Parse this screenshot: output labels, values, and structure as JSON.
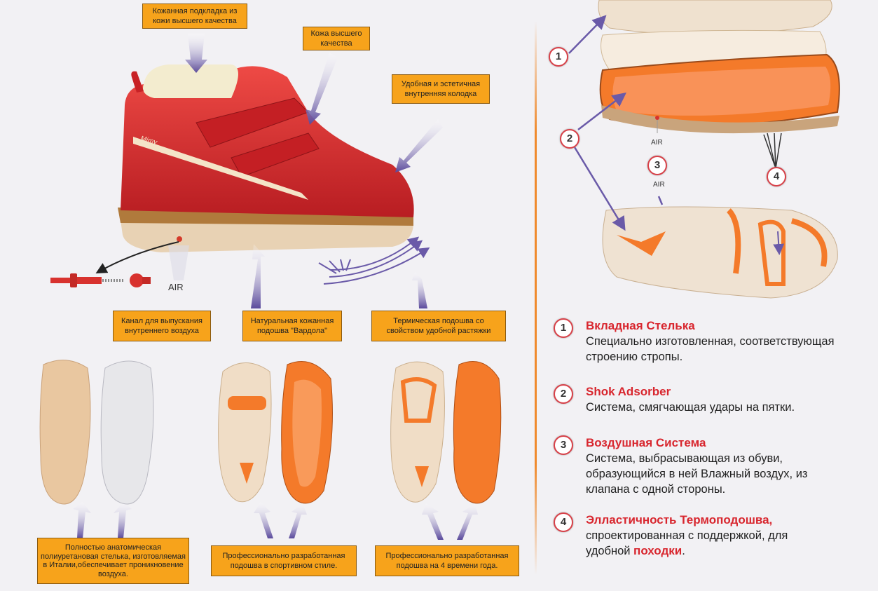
{
  "callouts": {
    "lining": "Кожанная подкладка из кожи высшего качества",
    "leather": "Кожа высшего качества",
    "last": "Удобная и эстетичная внутренняя колодка",
    "channel": "Канал для выпускания внутреннего воздуха",
    "sole_leather": "Натуральная кожанная подошва \"Вардола\"",
    "thermo": "Термическая подошва со свойством удобной растяжки",
    "insoles": "Полностью анатомическая полиуретановая стелька, изготовляемая в Италии,обеспечивает проникновение воздуха.",
    "sport_sole": "Профессионально разработанная подошва в спортивном стиле.",
    "season_sole": "Профессионально разработанная подошва на 4 времени года."
  },
  "air_labels": {
    "main": "AIR",
    "small_1": "AIR",
    "small_2": "AIR"
  },
  "brand": {
    "logo_text": "Mimy"
  },
  "numbers": [
    "1",
    "2",
    "3",
    "4"
  ],
  "features": [
    {
      "num": "1",
      "title": "Вкладная Стелька",
      "desc": "Специально изготовленная, соответствующая строению стропы."
    },
    {
      "num": "2",
      "title": "Shok Adsorber",
      "desc": "Система, смягчающая удары на пятки."
    },
    {
      "num": "3",
      "title": "Воздушная Система",
      "desc": "Система, выбрасывающая из обуви, образующийся в ней Влажный воздух, из клапана с одной стороны."
    },
    {
      "num": "4",
      "title": "Элластичность Термоподошва,",
      "desc": " спроектированная с поддержкой, для удобной ",
      "desc_end": "походки",
      "desc_tail": "."
    }
  ],
  "colors": {
    "callout_bg": "#f7a31b",
    "accent_red": "#d8262e",
    "boot_red": "#d6262a",
    "sole_orange": "#f47a2a",
    "arrow_purple": "#6a5aa8"
  }
}
